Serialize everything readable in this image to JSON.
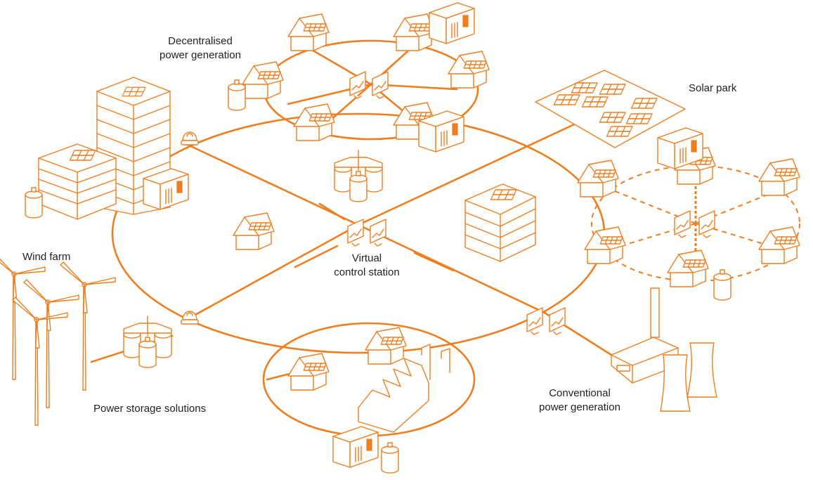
{
  "colors": {
    "accent": "#EE7E1F",
    "text": "#222222",
    "background": "#FFFFFF"
  },
  "labels": {
    "decentralised_line1": "Decentralised",
    "decentralised_line2": "power generation",
    "solar_park": "Solar park",
    "wind_farm": "Wind farm",
    "virtual_line1": "Virtual",
    "virtual_line2": "control station",
    "power_storage": "Power storage solutions",
    "conventional_line1": "Conventional",
    "conventional_line2": "power generation"
  },
  "icons": [
    "house-icon",
    "office-building-icon",
    "control-monitor-icon",
    "signal-lamp-icon",
    "storage-tank-icon",
    "wind-turbine-icon",
    "solar-panel-field-icon",
    "factory-icon",
    "cooling-tower-icon",
    "chimney-icon",
    "battery-unit-icon",
    "gas-tank-icon"
  ]
}
